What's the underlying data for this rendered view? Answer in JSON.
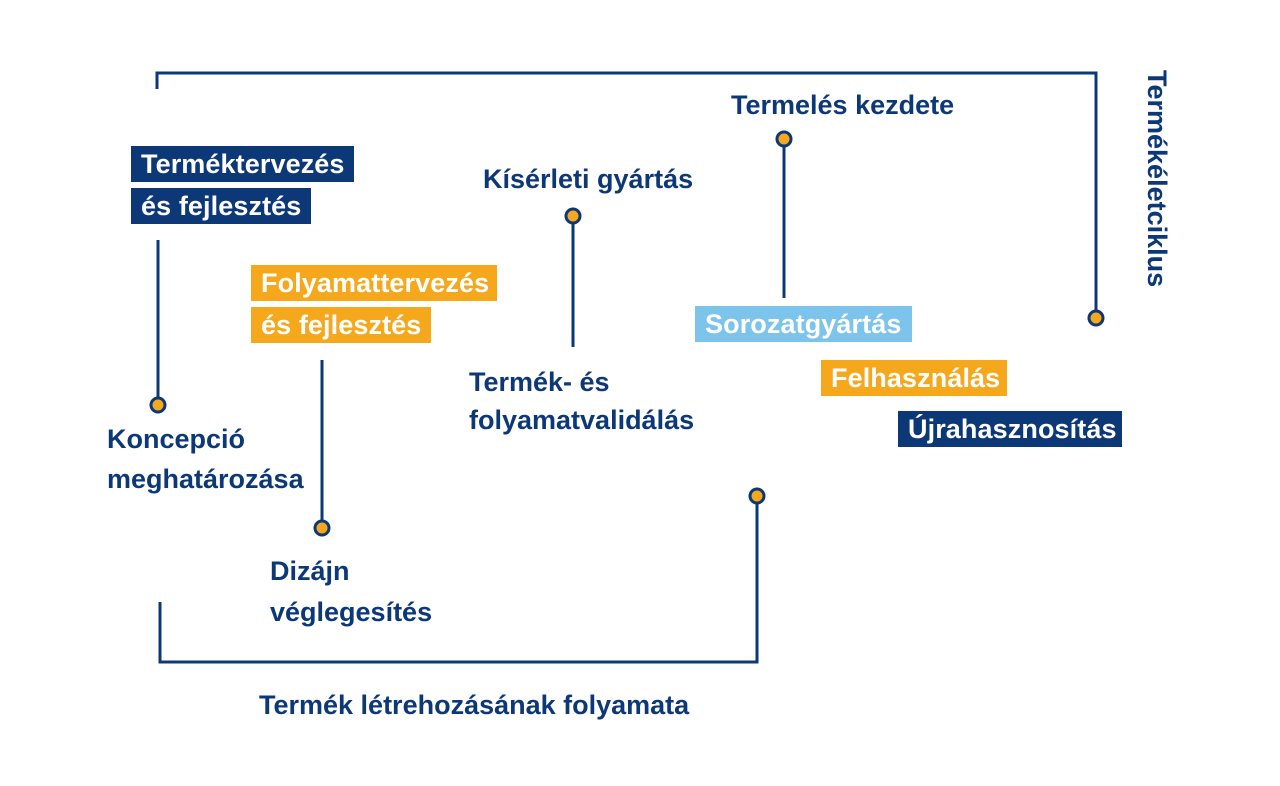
{
  "colors": {
    "navy": "#0d3878",
    "orange": "#f5a81c",
    "lightblue": "#7cc4ec",
    "white": "#ffffff"
  },
  "labels": {
    "product_design_line1": "Terméktervezés",
    "product_design_line2": "és fejlesztés",
    "process_design_line1": "Folyamattervezés",
    "process_design_line2": "és fejlesztés",
    "concept_line1": "Koncepció",
    "concept_line2": "meghatározása",
    "design_final_line1": "Dizájn",
    "design_final_line2": "véglegesítés",
    "pilot_production": "Kísérleti gyártás",
    "validation_line1": "Termék- és",
    "validation_line2": "folyamatvalidálás",
    "production_start": "Termelés kezdete",
    "series_production": "Sorozatgyártás",
    "usage": "Felhasználás",
    "recycling": "Újrahasznosítás",
    "lifecycle": "Termékéletciklus",
    "creation_process": "Termék létrehozásának folyamata"
  }
}
